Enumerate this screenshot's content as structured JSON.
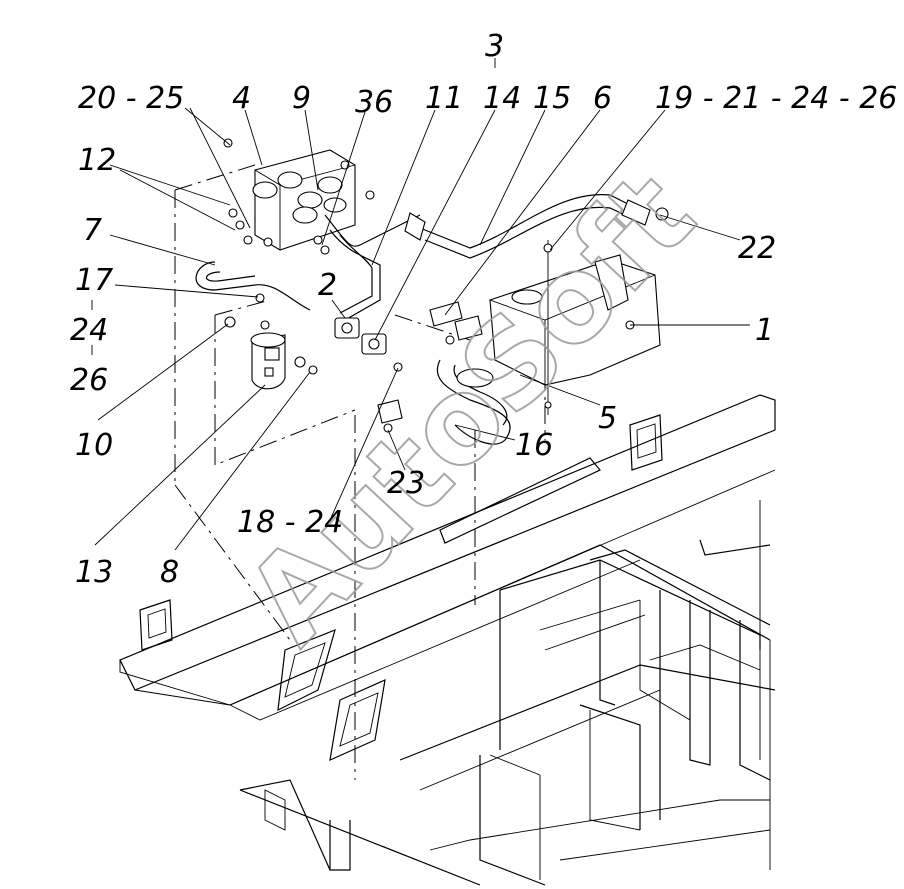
{
  "diagram": {
    "callouts": {
      "c3": "3",
      "c20_25": "20 - 25",
      "c4": "4",
      "c9": "9",
      "c36": "36",
      "c11": "11",
      "c14": "14",
      "c15": "15",
      "c6": "6",
      "c19_26": "19 - 21 - 24 - 26",
      "c12": "12",
      "c22": "22",
      "c7": "7",
      "c2": "2",
      "c17": "17",
      "c24": "24",
      "c26": "26",
      "c1": "1",
      "c10": "10",
      "c5": "5",
      "c16": "16",
      "c23": "23",
      "c18_24": "18 - 24",
      "c13": "13",
      "c8": "8"
    },
    "watermark": "AutoSoft"
  }
}
